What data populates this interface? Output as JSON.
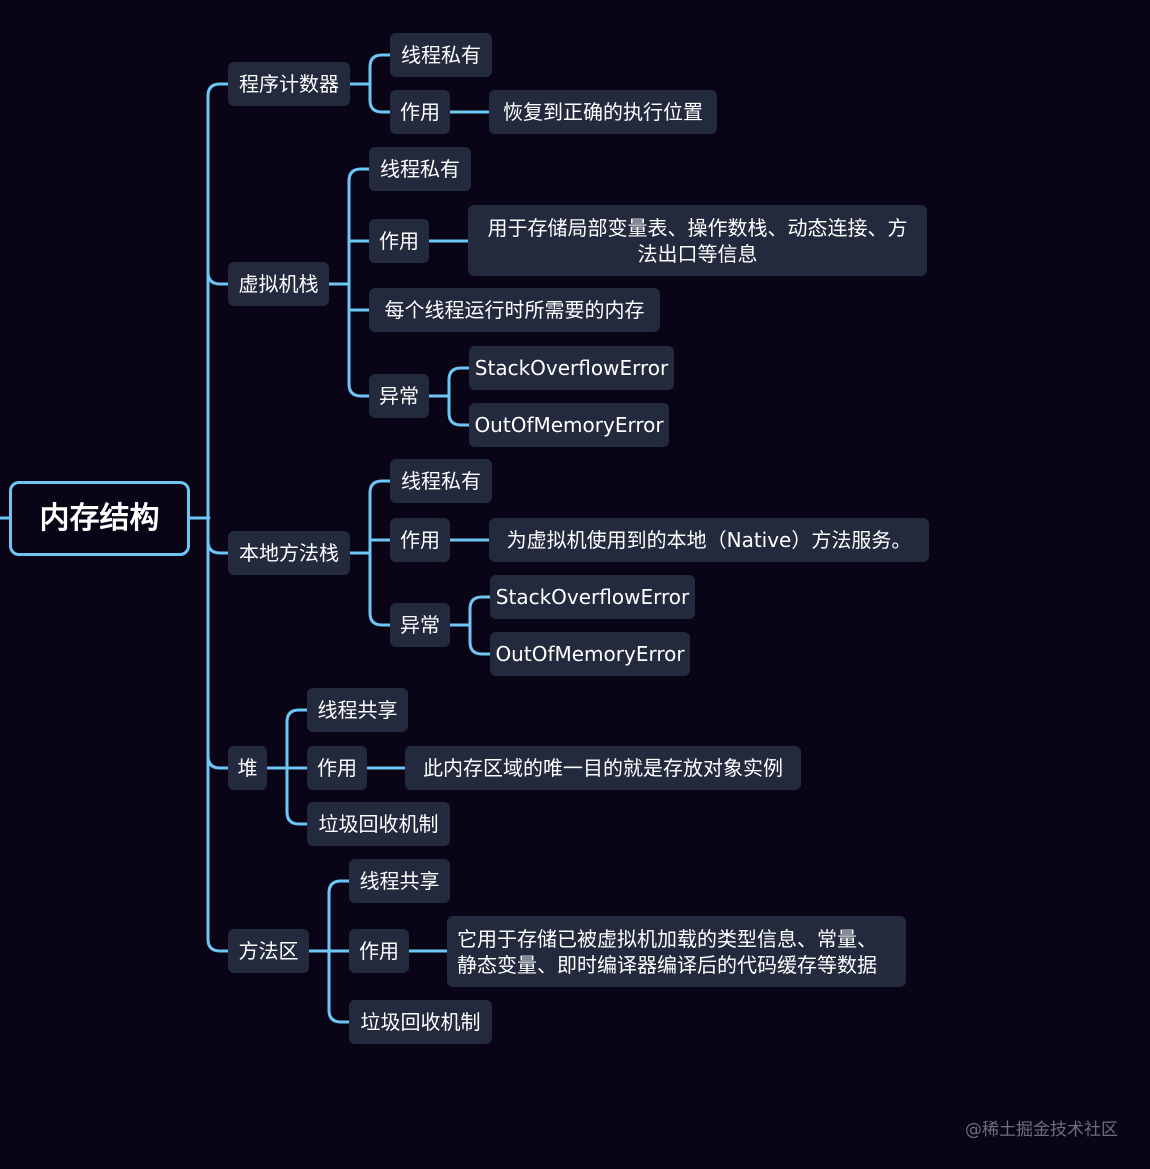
{
  "root": "内存结构",
  "pc": {
    "label": "程序计数器",
    "private": "线程私有",
    "role": "作用",
    "role_desc": "恢复到正确的执行位置"
  },
  "vm_stack": {
    "label": "虚拟机栈",
    "private": "线程私有",
    "role": "作用",
    "role_desc": "用于存储局部变量表、操作数栈、动态连接、方法出口等信息",
    "memory": "每个线程运行时所需要的内存",
    "exception": "异常",
    "errors": [
      "StackOverflowError",
      "OutOfMemoryError"
    ]
  },
  "native_stack": {
    "label": "本地方法栈",
    "private": "线程私有",
    "role": "作用",
    "role_desc": "为虚拟机使用到的本地（Native）方法服务。",
    "exception": "异常",
    "errors": [
      "StackOverflowError",
      "OutOfMemoryError"
    ]
  },
  "heap": {
    "label": "堆",
    "shared": "线程共享",
    "role": "作用",
    "role_desc": "此内存区域的唯一目的就是存放对象实例",
    "gc": "垃圾回收机制"
  },
  "method_area": {
    "label": "方法区",
    "shared": "线程共享",
    "role": "作用",
    "role_desc": "它用于存储已被虚拟机加载的类型信息、常量、静态变量、即时编译器编译后的代码缓存等数据",
    "gc": "垃圾回收机制"
  },
  "watermark": "@稀土掘金技术社区",
  "colors": {
    "background": "#0a0516",
    "node": "#232a3d",
    "connector": "#6ec6f5",
    "text": "#ffffff"
  }
}
